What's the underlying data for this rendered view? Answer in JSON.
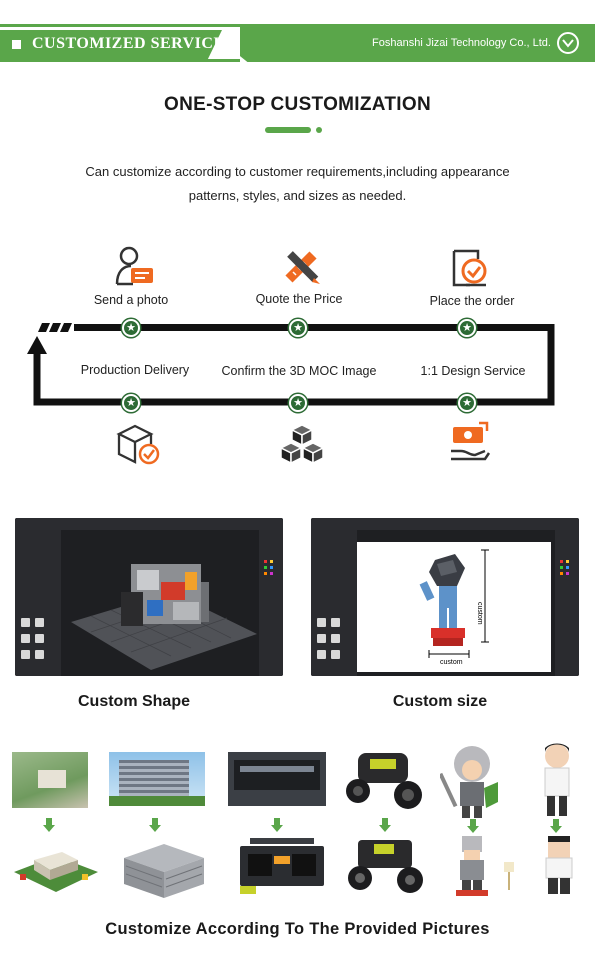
{
  "banner": {
    "title": "CUSTOMIZED SERVICE",
    "company": "Foshanshi Jizai Technology Co., Ltd."
  },
  "section": {
    "title": "ONE-STOP CUSTOMIZATION",
    "intro_line1": "Can customize according to customer requirements,including appearance",
    "intro_line2": "patterns, styles, and sizes as needed."
  },
  "steps": {
    "send_photo": "Send a photo",
    "quote_price": "Quote the Price",
    "place_order": "Place the order",
    "production_delivery": "Production Delivery",
    "confirm_moc": "Confirm the 3D MOC Image",
    "design_service": "1:1 Design Service"
  },
  "screens": {
    "left_caption": "Custom Shape",
    "right_caption": "Custom size",
    "dimension_vertical": "custom",
    "dimension_horizontal": "custom"
  },
  "gallery": {
    "title": "Customize According To The Provided Pictures"
  },
  "colors": {
    "accent_green": "#5aa64a",
    "dark_green": "#2d6b35",
    "orange": "#ef6a21"
  },
  "icons": [
    "user-chat-icon",
    "pencil-ruler-icon",
    "document-check-icon",
    "box-check-icon",
    "cubes-icon",
    "hand-money-icon",
    "star-icon",
    "chevron-down-icon"
  ]
}
